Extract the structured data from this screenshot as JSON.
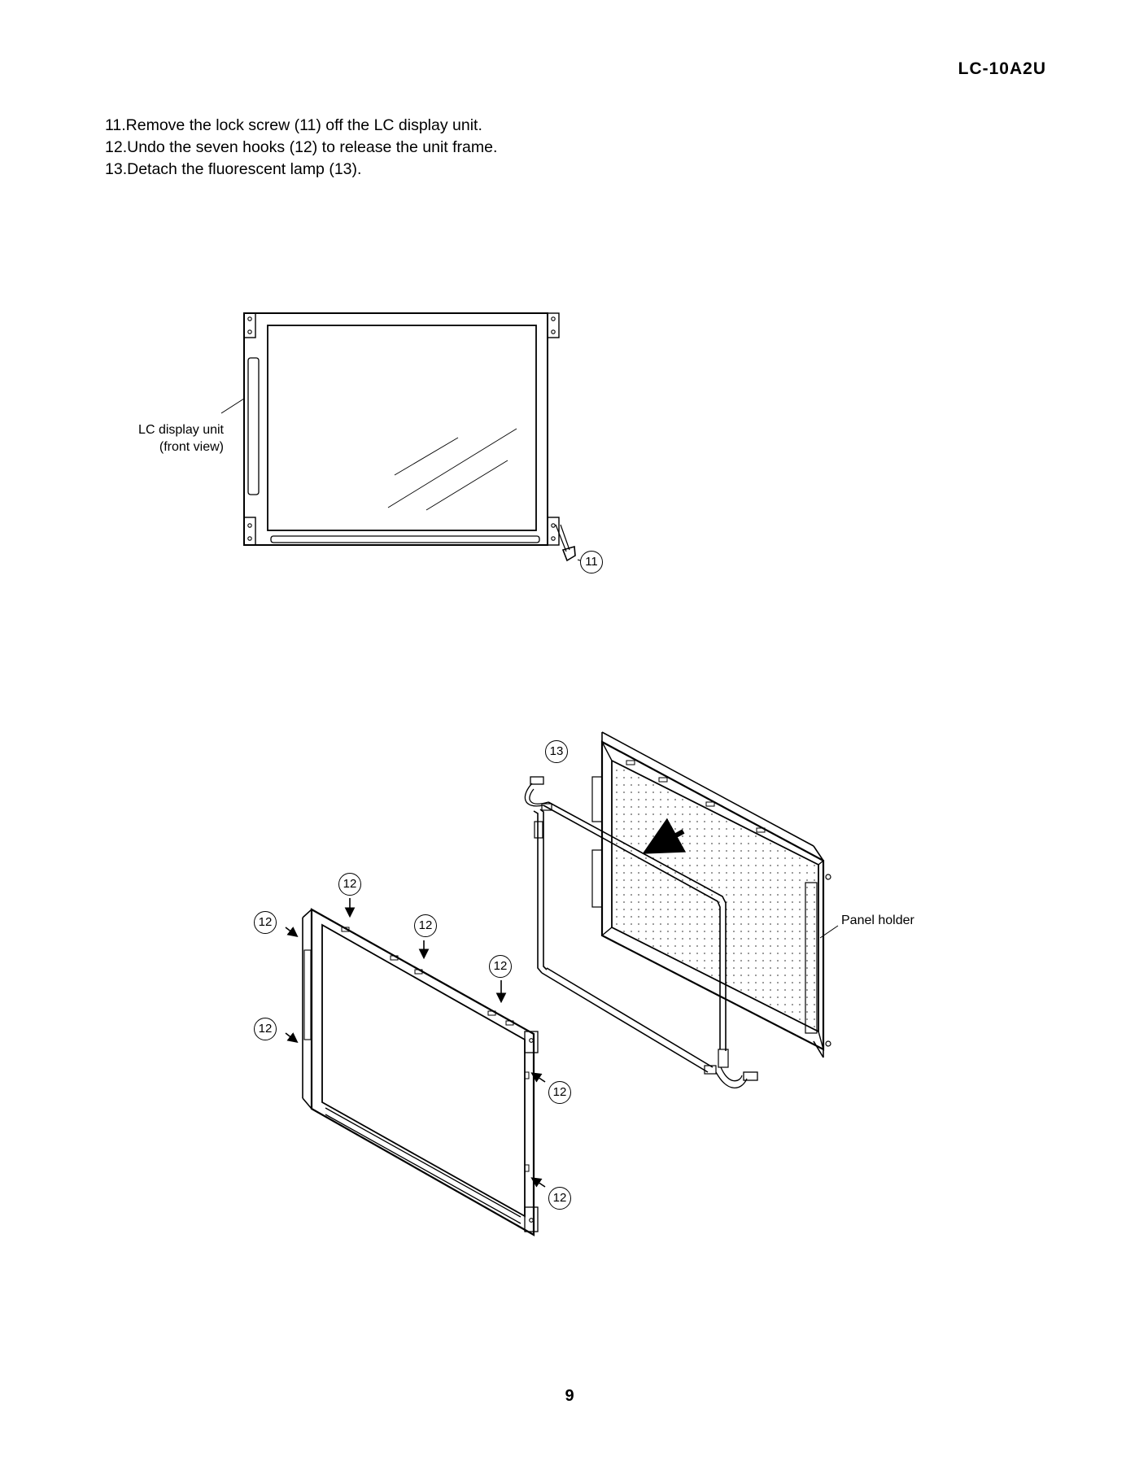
{
  "header": {
    "model": "LC-10A2U"
  },
  "steps": [
    "11.Remove the lock screw (11) off the LC display unit.",
    "12.Undo the seven hooks (12) to release the unit frame.",
    "13.Detach the fluorescent lamp (13)."
  ],
  "figure1": {
    "label_line1": "LC display unit",
    "label_line2": "(front view)",
    "callout_screw": "11"
  },
  "figure2": {
    "panel_label": "Panel holder",
    "callout_lamp": "13",
    "callout_hook": "12"
  },
  "footer": {
    "page_number": "9"
  }
}
